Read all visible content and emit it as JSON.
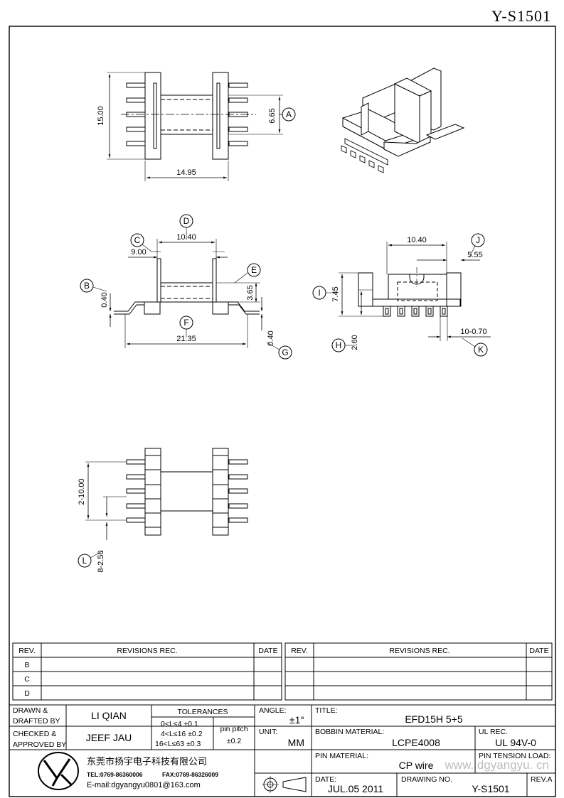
{
  "doc_number": "Y-S1501",
  "dims": {
    "a_height": "15.00",
    "a_width": "14.95",
    "a_slot": "6.65",
    "b_inner": "10.40",
    "b_core": "9.00",
    "b_flange": "0.40",
    "b_height": "3.65",
    "b_total": "21.35",
    "b_foot": "0.40",
    "c_width": "10.40",
    "c_inner": "5.55",
    "c_height": "7.45",
    "c_pin": "2.60",
    "c_pin_dia": "10-0.70",
    "d_pitch": "2-10.00",
    "d_pin": "8-2.50"
  },
  "bubbles": [
    "A",
    "B",
    "C",
    "D",
    "E",
    "F",
    "G",
    "H",
    "I",
    "J",
    "K",
    "L"
  ],
  "revisions": {
    "headers": [
      "REV.",
      "REVISIONS   REC.",
      "DATE"
    ],
    "rows": [
      "B",
      "C",
      "D"
    ]
  },
  "titleblock": {
    "drawn_label": "DRAWN &\nDRAFTED BY",
    "drawn_label_1": "DRAWN &",
    "drawn_label_2": "DRAFTED BY",
    "drawn_value": "LI QIAN",
    "checked_label_1": "CHECKED &",
    "checked_label_2": "APPROVED BY",
    "checked_value": "JEEF JAU",
    "tol_title": "TOLERANCES",
    "tol_rows": [
      "0<L≤4    ±0.1",
      "4<L≤16  ±0.2",
      "16<L≤63  ±0.3"
    ],
    "pin_pitch_label": "pin pitch",
    "pin_pitch_value": "±0.2",
    "angle_label": "ANGLE:",
    "angle_value": "±1°",
    "unit_label": "UNIT:",
    "unit_value": "MM",
    "title_label": "TITLE:",
    "title_value": "EFD15H  5+5",
    "bobbin_label": "BOBBIN MATERIAL:",
    "bobbin_value": "LCPE4008",
    "ul_label": "UL REC.",
    "ul_value": "UL 94V-0",
    "pin_mat_label": "PIN MATERIAL:",
    "pin_mat_value": "CP wire",
    "tension_label": "PIN TENSION LOAD:",
    "date_label": "DATE:",
    "date_value": "JUL.05  2011",
    "drawing_no_label": "DRAWING NO.",
    "drawing_no_value": "Y-S1501",
    "rev_label": "REV.A",
    "company": "东莞市扬宇电子科技有限公司",
    "tel": "TEL:0769-86360006",
    "fax": "FAX:0769-86326009",
    "email": "E-mail:dgyangyu0801@163.com",
    "watermark": "www. dgyangyu. cn"
  }
}
